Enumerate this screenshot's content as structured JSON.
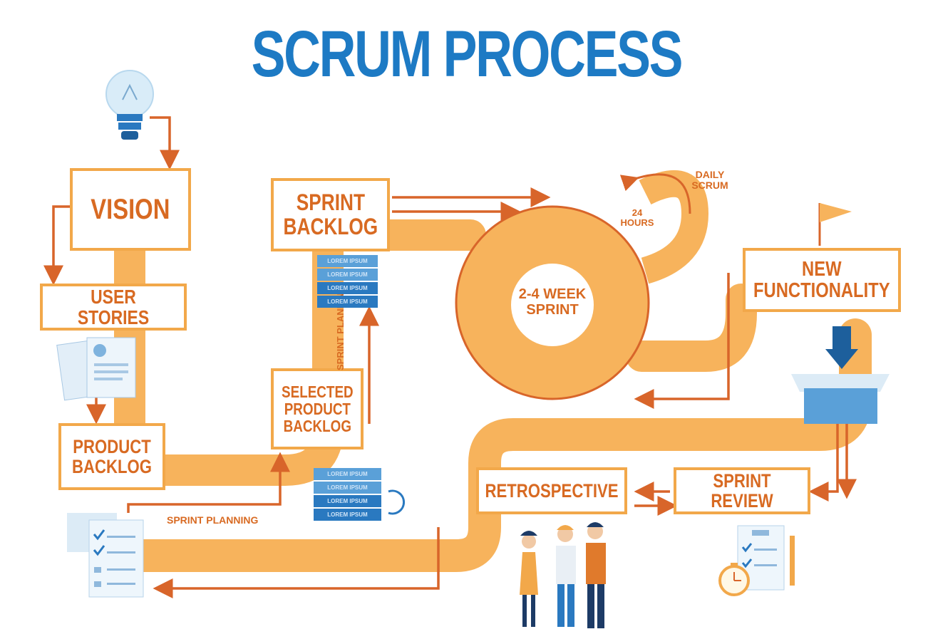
{
  "title": "SCRUM PROCESS",
  "steps": {
    "vision": "VISION",
    "user_stories": "USER STORIES",
    "product_backlog": "PRODUCT BACKLOG",
    "selected_product_backlog": "SELECTED PRODUCT BACKLOG",
    "sprint_backlog": "SPRINT BACKLOG",
    "sprint": "2-4 WEEK SPRINT",
    "daily_scrum": "DAILY SCRUM",
    "hours": "24 HOURS",
    "new_functionality": "NEW FUNCTIONALITY",
    "sprint_review": "SPRINT REVIEW",
    "retrospective": "RETROSPECTIVE"
  },
  "labels": {
    "sprint_planning_horizontal": "SPRINT PLANNING",
    "sprint_planning_vertical": "SPRINT PLANNING"
  },
  "stack_items": [
    "LOREM IPSUM",
    "LOREM IPSUM",
    "LOREM IPSUM",
    "LOREM IPSUM"
  ],
  "colors": {
    "title": "#1d7ac4",
    "path": "#f7b35c",
    "box_border": "#f2a84a",
    "text": "#d86a22",
    "arrow": "#d8652a",
    "accent_blue": "#2a79c0"
  }
}
